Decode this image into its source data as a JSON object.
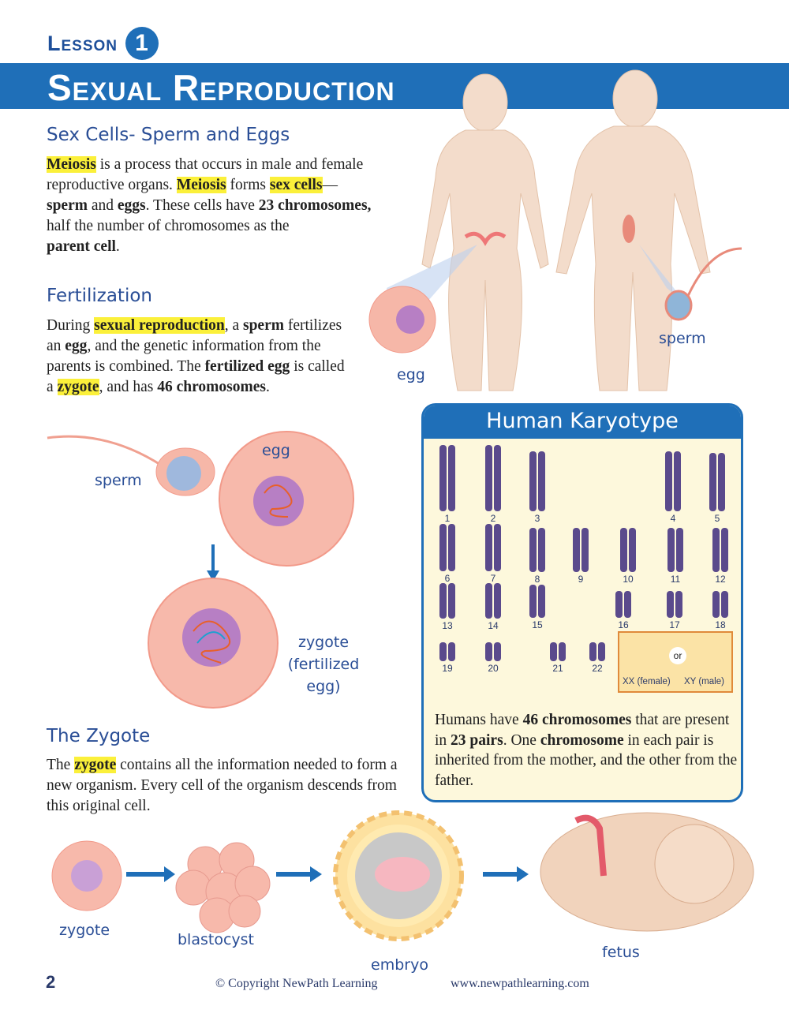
{
  "header": {
    "lesson_label": "Lesson",
    "lesson_number": "1",
    "title": "Sexual Reproduction"
  },
  "section1": {
    "heading": "Sex Cells- Sperm and Eggs",
    "p": [
      "Meiosis",
      " is a process that occurs in male and female reproductive organs. ",
      "Meiosis",
      " forms ",
      "sex cells",
      "—",
      "sperm",
      " and ",
      "eggs",
      ". These cells have ",
      "23 chromosomes,",
      " half the number of chromosomes as the ",
      "parent cell",
      "."
    ]
  },
  "section2": {
    "heading": "Fertilization",
    "p": [
      "During ",
      "sexual reproduction",
      ", a ",
      "sperm",
      " fertilizes an ",
      "egg",
      ", and the genetic information from the parents is combined. The ",
      "fertilized egg",
      " is called a ",
      "zygote",
      ", and has ",
      "46 chromosomes",
      "."
    ]
  },
  "section3": {
    "heading": "The Zygote",
    "p": [
      "The ",
      "zygote",
      " contains all the information needed to form a new organism. Every cell of the organism descends from this original cell."
    ]
  },
  "labels": {
    "egg_top": "egg",
    "sperm_top": "sperm",
    "egg_fert": "egg",
    "sperm_fert": "sperm",
    "zygote_fert": "zygote\n(fertilized\negg)",
    "zygote": "zygote",
    "blastocyst": "blastocyst",
    "embryo": "embryo",
    "fetus": "fetus"
  },
  "karyotype": {
    "title": "Human Karyotype",
    "labels": [
      "1",
      "2",
      "3",
      "4",
      "5",
      "6",
      "7",
      "8",
      "9",
      "10",
      "11",
      "12",
      "13",
      "14",
      "15",
      "16",
      "17",
      "18",
      "19",
      "20",
      "21",
      "22"
    ],
    "or": "or",
    "xx": "XX (female)",
    "xy": "XY (male)",
    "text": [
      "Humans have ",
      "46 chromosomes",
      " that are present in ",
      "23 pairs",
      ". One ",
      "chromosome",
      " in each pair is inherited from the mother, and the other from the father."
    ]
  },
  "footer": {
    "page": "2",
    "copyright": "© Copyright NewPath Learning",
    "url": "www.newpathlearning.com"
  },
  "colors": {
    "brand": "#1f6fb8",
    "highlight": "#fbf03a",
    "chromosome": "#5a4a8c"
  }
}
